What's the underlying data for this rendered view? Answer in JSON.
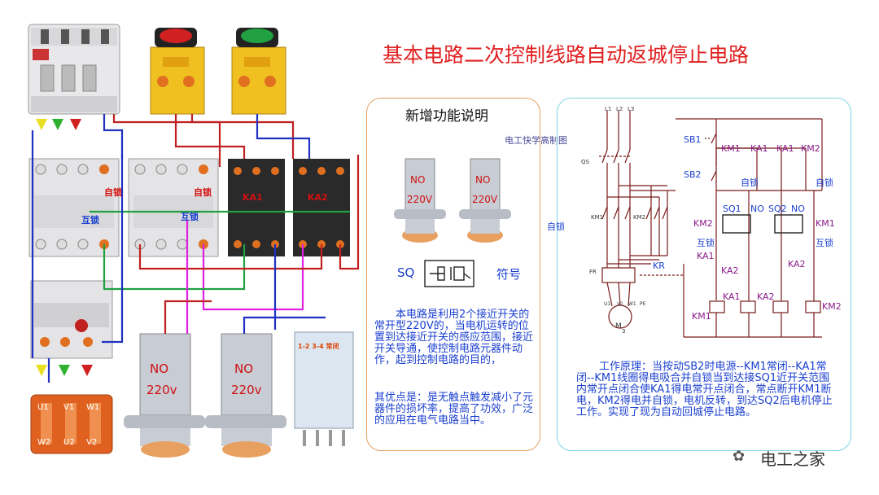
{
  "title": "基本电路二次控制线路自动返城停止电路",
  "panel_header": "新增功能说明",
  "watermark": "电工快学高制图",
  "sensor_no": "NO",
  "sensor_voltage_small": "220V",
  "sensor_voltage_large": "220v",
  "sq_label": "SQ",
  "symbol_label": "符号",
  "desc1": "本电路是利用2个接近开关的常开型220V的，当电机运转的位置到达接近开关的感应范围，接近开关导通，使控制电路元器件动作，起到控制电路的目的，",
  "desc2": "其优点是：是无触点触发减小了元器件的损坏率，提高了功效，广泛的应用在电气电路当中。",
  "work_principle": "工作原理：当按动SB2时电源--KM1常闭--KA1常闭--KM1线圈得电吸合并自锁当到达接SQ1近开关范围内常开点闭合使KA1得电常开点闭合，常点断开KM1断电，KM2得电并自锁，电机反转，到达SQ2后电机停止工作。实现了现为自动回城停止电路。",
  "footer": "电工之家",
  "left": {
    "km1": "KA1",
    "ka2": "KA2",
    "interlock": "互锁",
    "selflock": "自锁",
    "relay_caption": "1-2 3-4 常闭",
    "motor_terminals": [
      "U1",
      "V1",
      "W1",
      "W2",
      "U2",
      "V2"
    ]
  },
  "schematic": {
    "phases": [
      "L1",
      "L2",
      "L3"
    ],
    "qs": "QS",
    "km1": "KM1",
    "km2": "KM2",
    "fr": "FR",
    "kr": "KR",
    "sb1": "SB1",
    "sb2": "SB2",
    "ka1": "KA1",
    "ka2": "KA2",
    "sq1": "SQ1",
    "sq2": "SQ2",
    "no": "NO",
    "selflock": "自锁",
    "interlock": "互锁",
    "motor": "M",
    "motor_phase": "3",
    "motor_terms": [
      "U1",
      "V1",
      "W1",
      "PE"
    ]
  },
  "colors": {
    "title": "#e02020",
    "blue_text": "#1a3fd0",
    "schematic_line": "#7a1a1a",
    "schematic_label": "#8a1a8a",
    "label_blue": "#1a3fd0"
  }
}
